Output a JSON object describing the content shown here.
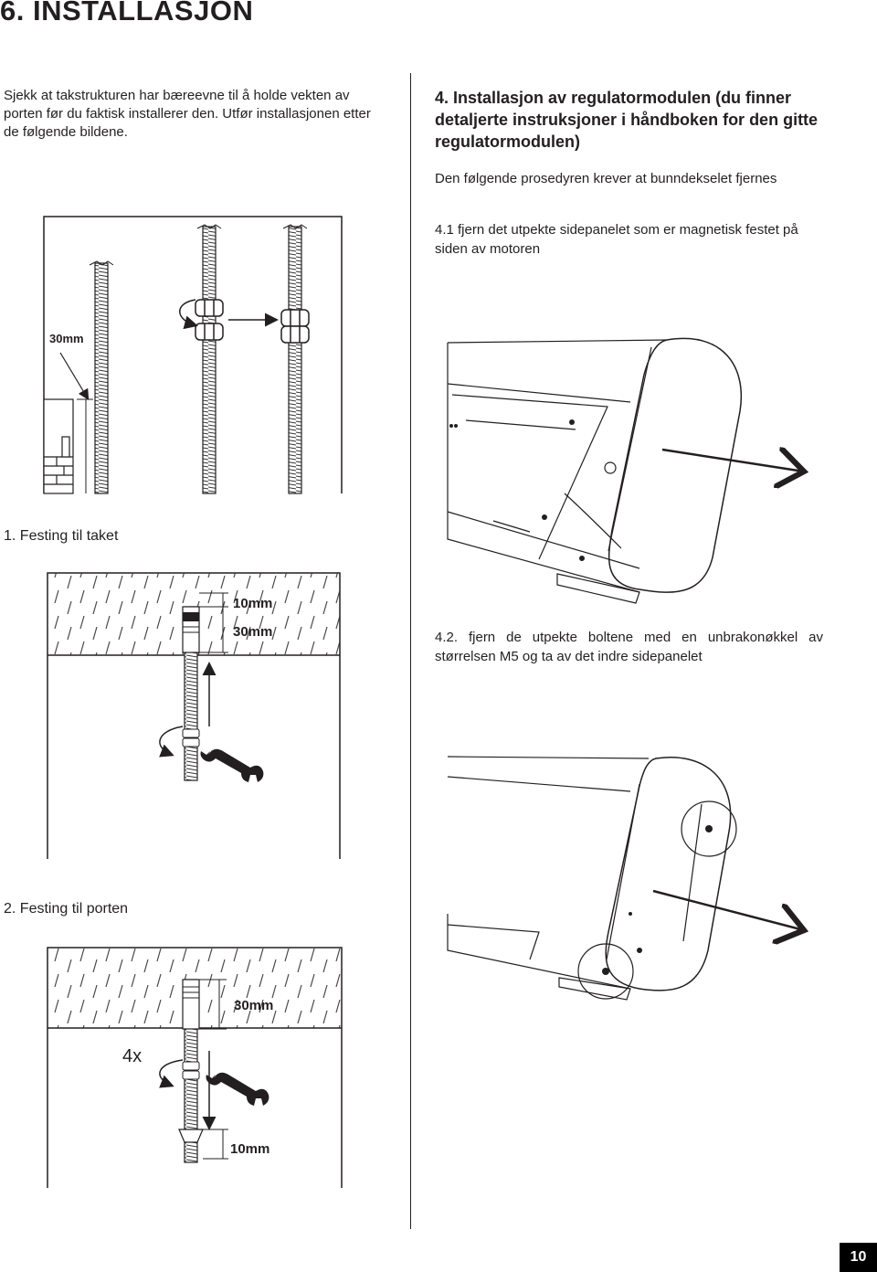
{
  "page": {
    "title": "6. INSTALLASJON",
    "page_number": "10"
  },
  "intro": "Sjekk at takstrukturen har bæreevne til å holde vekten av porten før du faktisk installerer den. Utfør installasjonen etter de følgende bildene.",
  "section4": {
    "heading": "4. Installasjon av regulatormodulen (du finner detaljerte instruksjoner i håndboken for den gitte regulatormodulen)",
    "note": "Den følgende prosedyren krever at bunndekselet fjernes",
    "step1": "4.1 fjern det utpekte sidepanelet som er magnetisk festet på siden av motoren",
    "step2": "4.2. fjern de utpekte boltene med en unbrakonøkkel av størrelsen M5 og ta av det indre sidepanelet"
  },
  "figures": {
    "fig1": {
      "caption": "1. Festing til taket",
      "dim_30": "30mm"
    },
    "fig2": {
      "caption": "2. Festing til porten",
      "dim_10": "10mm",
      "dim_30": "30mm"
    },
    "fig3": {
      "dim_30": "30mm",
      "dim_10": "10mm",
      "count": "4x"
    }
  }
}
